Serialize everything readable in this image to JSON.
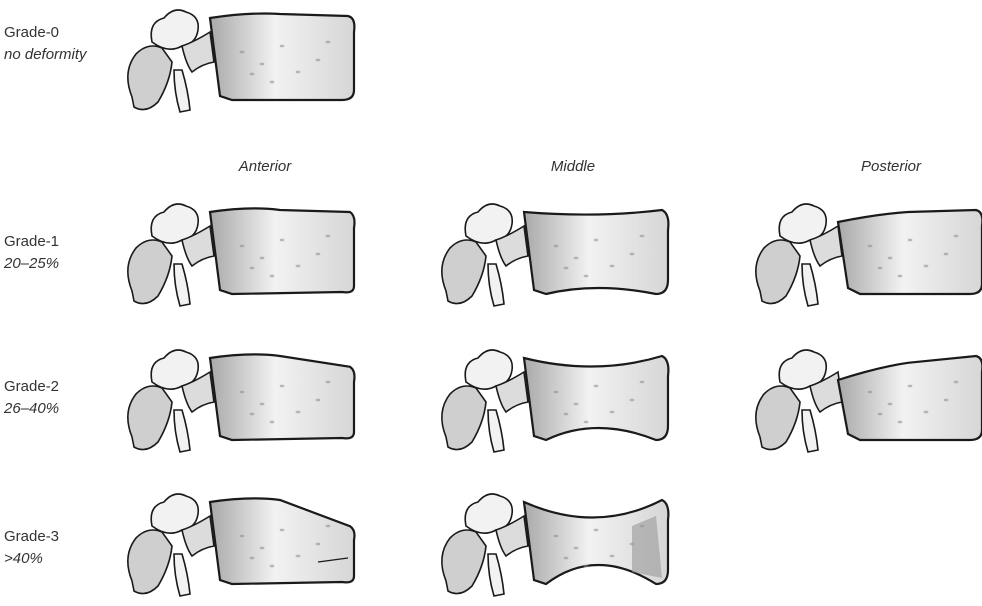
{
  "grades": [
    {
      "name": "Grade-0",
      "desc": "no deformity"
    },
    {
      "name": "Grade-1",
      "desc": "20–25%"
    },
    {
      "name": "Grade-2",
      "desc": "26–40%"
    },
    {
      "name": "Grade-3",
      "desc": ">40%"
    }
  ],
  "columns": [
    "Anterior",
    "Middle",
    "Posterior"
  ],
  "vertebrae": [
    {
      "grade": 0,
      "type": "none"
    },
    {
      "grade": 1,
      "type": "anterior"
    },
    {
      "grade": 1,
      "type": "middle"
    },
    {
      "grade": 1,
      "type": "posterior"
    },
    {
      "grade": 2,
      "type": "anterior"
    },
    {
      "grade": 2,
      "type": "middle"
    },
    {
      "grade": 2,
      "type": "posterior"
    },
    {
      "grade": 3,
      "type": "anterior"
    },
    {
      "grade": 3,
      "type": "middle"
    }
  ],
  "colors": {
    "bone": "#f2f2f2",
    "shade": "#a9a9a9",
    "outline": "#1a1a1a",
    "text": "#333333"
  }
}
